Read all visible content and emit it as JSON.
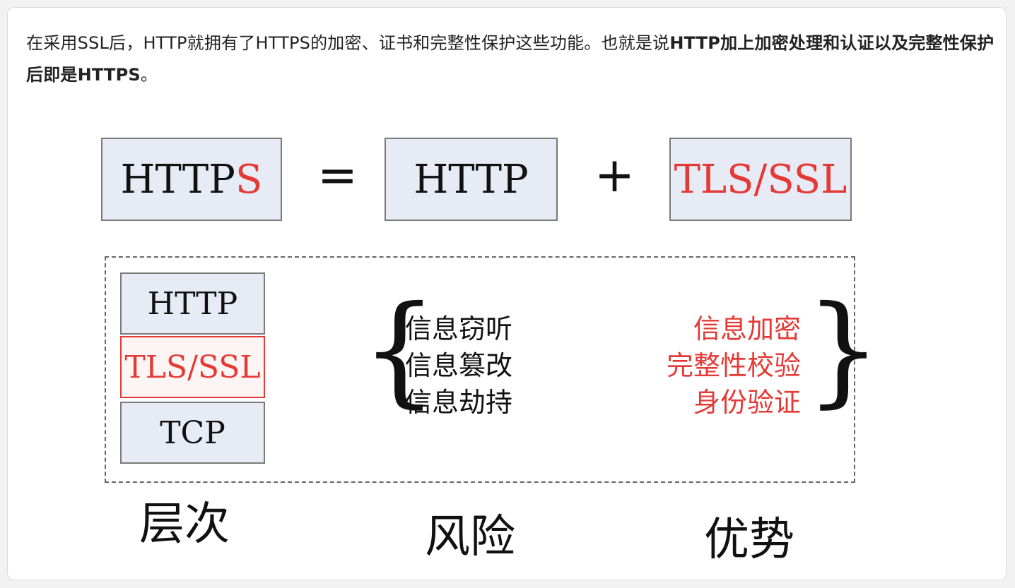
{
  "intro": {
    "text_a": "在采用SSL后，HTTP就拥有了HTTPS的加密、证书和完整性保护这些功能。也就是说",
    "text_b_bold": "HTTP加上加密处理和认证以及完整性保护后即是HTTPS",
    "text_c": "。"
  },
  "equation": {
    "https_prefix": "HTTP",
    "https_suffix": "S",
    "equals": "=",
    "http": "HTTP",
    "plus": "+",
    "tls_ssl": "TLS/SSL"
  },
  "layers": [
    "HTTP",
    "TLS/SSL",
    "TCP"
  ],
  "risks": [
    "信息窃听",
    "信息篡改",
    "信息劫持"
  ],
  "advantages": [
    "信息加密",
    "完整性校验",
    "身份验证"
  ],
  "labels": {
    "layers": "层次",
    "risks": "风险",
    "advantages": "优势"
  },
  "colors": {
    "accent_red": "#e53935",
    "box_fill": "#e6ebf5",
    "box_border": "#7a7a7a"
  }
}
